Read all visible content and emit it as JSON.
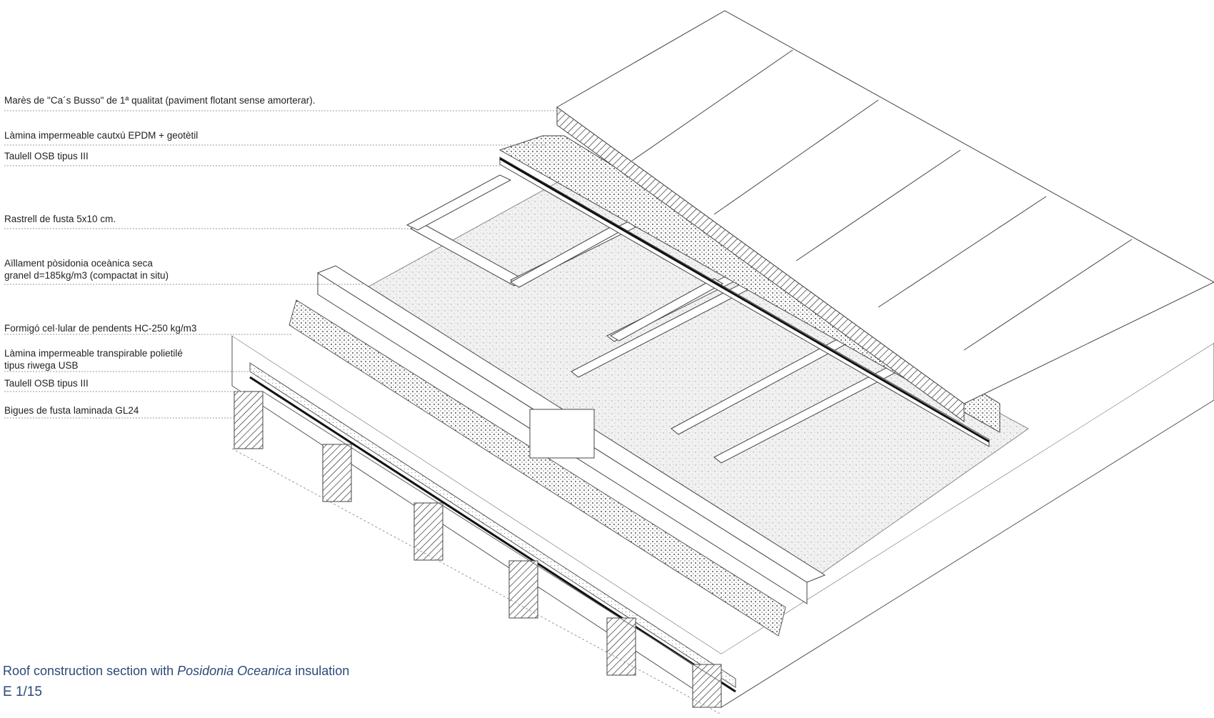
{
  "labels": [
    {
      "id": "mares",
      "lines": [
        "Marès de \"Ca´s  Busso\" de 1ª qualitat (paviment flotant sense amorterar)."
      ]
    },
    {
      "id": "lamina-epdm",
      "lines": [
        "Làmina impermeable cautxú EPDM + geotètil"
      ]
    },
    {
      "id": "osb-top",
      "lines": [
        "Taulell OSB tipus III"
      ]
    },
    {
      "id": "rastrell",
      "lines": [
        "Rastrell de fusta 5x10 cm."
      ]
    },
    {
      "id": "aillament",
      "lines": [
        "Aïllament pòsidonia oceànica seca",
        "granel d=185kg/m3 (compactat in situ)"
      ]
    },
    {
      "id": "formigo",
      "lines": [
        "Formigó  cel·lular de pendents HC-250 kg/m3"
      ]
    },
    {
      "id": "lamina-polietile",
      "lines": [
        "Làmina impermeable transpirable polietilé",
        "tipus riwega USB"
      ]
    },
    {
      "id": "osb-bottom",
      "lines": [
        "Taulell OSB tipus III"
      ]
    },
    {
      "id": "bigues",
      "lines": [
        "Bigues de fusta laminada GL24"
      ]
    }
  ],
  "caption": {
    "title_before": "Roof construction section with ",
    "title_italic": "Posidonia Oceanica",
    "title_after": " insulation",
    "scale": "E 1/15"
  },
  "colors": {
    "line": "#555555",
    "dark_line": "#111111",
    "caption": "#2a4a78"
  }
}
